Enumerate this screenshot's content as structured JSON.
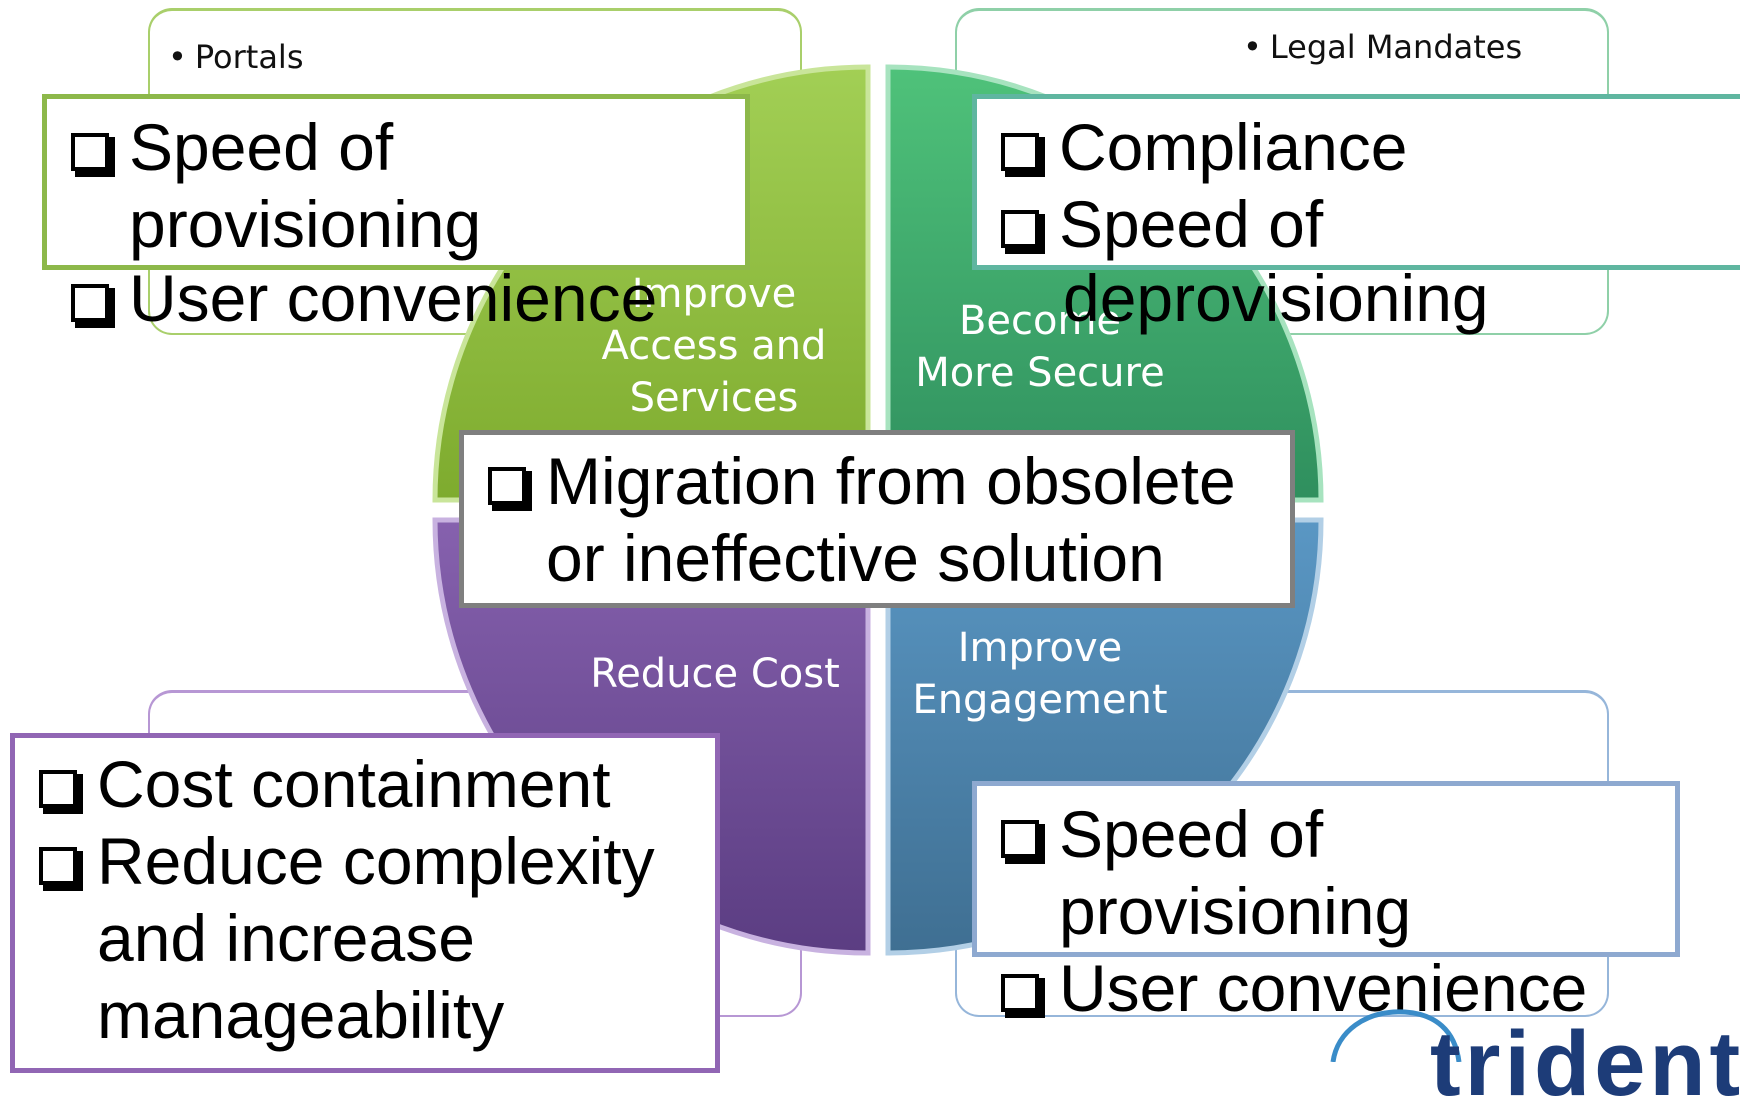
{
  "colors": {
    "green": "#8fbe3c",
    "teal": "#3ea06a",
    "purple": "#7a51a0",
    "blue": "#4b84b0",
    "green_border": "#8db84a",
    "teal_border": "#5fb6a0",
    "purple_border": "#9166b4",
    "blue_border": "#8ea9d0",
    "center_border": "#7f7f7f",
    "logo": "#1d3c78"
  },
  "background_cards": {
    "top_left": {
      "bullets": [
        "Portals"
      ]
    },
    "top_right": {
      "bullets": [
        "Legal Mandates"
      ]
    }
  },
  "quadrants": {
    "top_left": {
      "label": [
        "Improve",
        "Access and",
        "Services"
      ]
    },
    "top_right": {
      "label": [
        "Become",
        "More Secure"
      ]
    },
    "bottom_left": {
      "label": [
        "Reduce Cost"
      ]
    },
    "bottom_right": {
      "label": [
        "Improve",
        "Engagement"
      ]
    }
  },
  "callouts": {
    "top_left": {
      "items": [
        [
          "Speed of",
          "provisioning"
        ],
        [
          "User convenience"
        ]
      ]
    },
    "top_right": {
      "items": [
        [
          "Compliance"
        ],
        [
          "Speed of",
          "deprovisioning"
        ]
      ]
    },
    "center": {
      "items": [
        [
          "Migration from obsolete",
          "or ineffective solution"
        ]
      ]
    },
    "bottom_left": {
      "items": [
        [
          "Cost containment"
        ],
        [
          "Reduce complexity",
          "and increase",
          "manageability"
        ]
      ]
    },
    "bottom_right": {
      "items": [
        [
          "Speed of",
          "provisioning"
        ],
        [
          "User convenience"
        ]
      ]
    }
  },
  "logo": {
    "text": "trident",
    "icon": "logo-swirl-icon"
  }
}
